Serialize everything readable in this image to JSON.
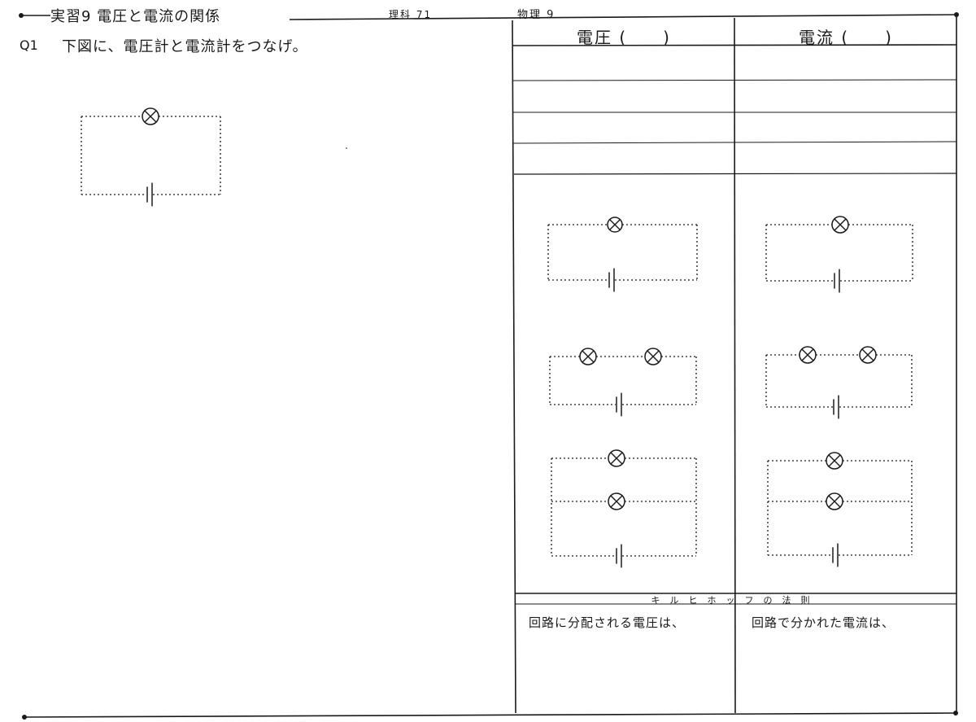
{
  "header": {
    "title": "実習9 電圧と電流の関係",
    "class_code": "理科 71",
    "subject": "物理 9"
  },
  "question": {
    "label": "Q1",
    "text": "下図に、電圧計と電流計をつなげ。"
  },
  "table": {
    "voltage_header": "電圧 (　　)",
    "current_header": "電流 (　　)",
    "kirchhoff_label": "キルヒホッフの法則",
    "voltage_rule": "回路に分配される電圧は、",
    "current_rule": "回路で分かれた電流は、"
  },
  "icons": {
    "lamp": "lamp-symbol-icon",
    "battery": "battery-symbol-icon"
  }
}
